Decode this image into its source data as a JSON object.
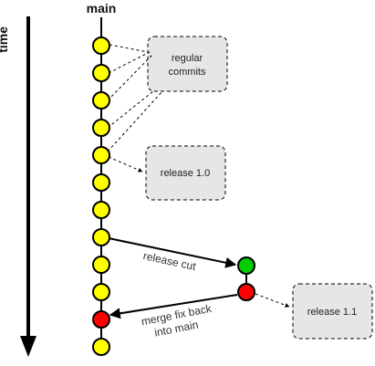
{
  "title": "main",
  "time_label": "time",
  "notes": {
    "regular_commits": [
      "regular",
      "commits"
    ],
    "release_10": "release 1.0",
    "release_11": "release 1.1"
  },
  "edges": {
    "release_cut": "release cut",
    "merge_fix_back": [
      "merge fix back",
      "into main"
    ]
  },
  "colors": {
    "commit_yellow": "#ffff00",
    "commit_red": "#ff0000",
    "commit_green": "#00cc00",
    "note_fill": "#e6e6e6",
    "stroke": "#000000"
  }
}
